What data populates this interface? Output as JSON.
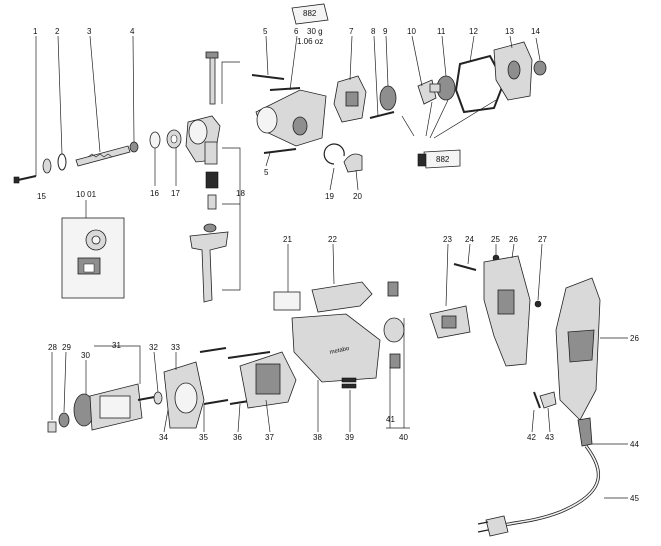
{
  "diagram": {
    "part_numbers": [
      "1",
      "2",
      "3",
      "4",
      "5",
      "6",
      "7",
      "8",
      "9",
      "10",
      "11",
      "12",
      "13",
      "14",
      "15",
      "16",
      "17",
      "18",
      "19",
      "20",
      "21",
      "22",
      "23",
      "24",
      "25",
      "26",
      "27",
      "28",
      "29",
      "30",
      "31",
      "32",
      "33",
      "34",
      "35",
      "36",
      "37",
      "38",
      "39",
      "40",
      "41",
      "42",
      "43",
      "44",
      "45"
    ],
    "tube_labels": {
      "code": "882",
      "weight": "30 g",
      "weight_oz": "1.06 oz"
    },
    "tube_label_lower": {
      "code": "882"
    },
    "callout_label": "10 01",
    "housing_text": "metabo"
  }
}
